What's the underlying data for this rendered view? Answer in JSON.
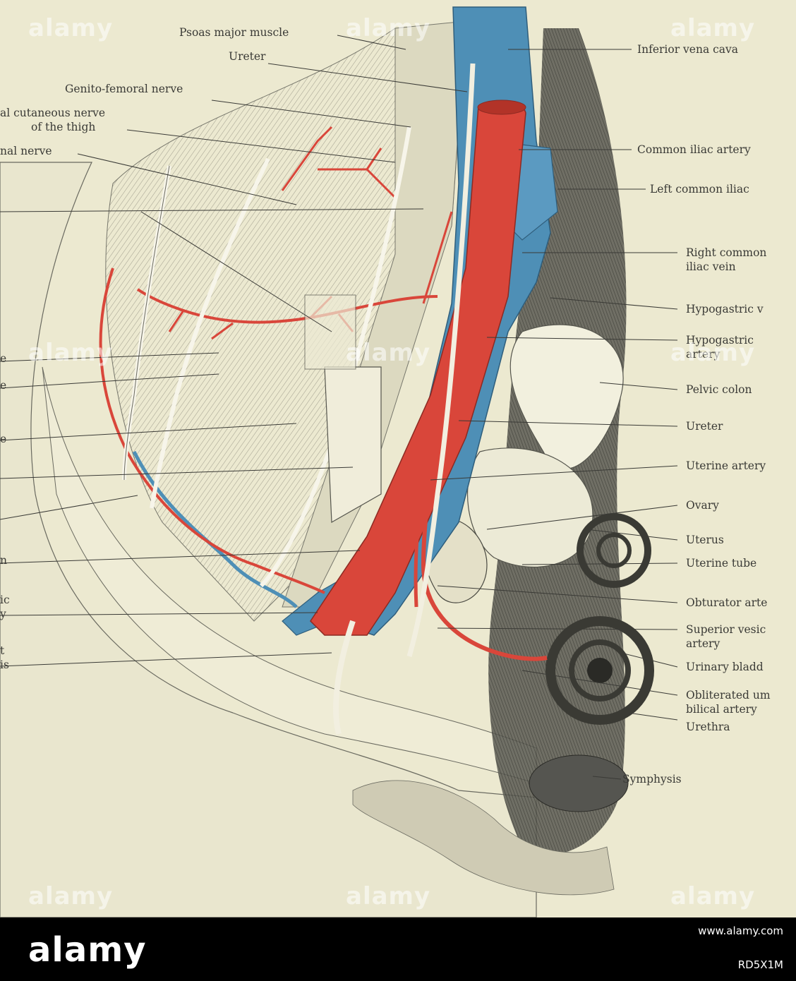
{
  "labels": {
    "psoas_major_muscle": "Psoas major muscle",
    "ureter_top": "Ureter",
    "genito_femoral_nerve": "Genito-femoral nerve",
    "cutaneous_nerve_l1": "al cutaneous nerve",
    "cutaneous_nerve_l2": "of the thigh",
    "nal_nerve": "nal nerve",
    "inferior_vena_cava": "Inferior vena cava",
    "common_iliac_artery": "Common iliac artery",
    "left_common_iliac": "Left common iliac",
    "right_common_iliac_vein_l1": "Right common",
    "right_common_iliac_vein_l2": "iliac vein",
    "hypogastric_vein": "Hypogastric v",
    "hypogastric_artery_l1": "Hypogastric",
    "hypogastric_artery_l2": "artery",
    "pelvic_colon": "Pelvic colon",
    "ureter_right": "Ureter",
    "uterine_artery": "Uterine artery",
    "ovary": "Ovary",
    "uterus": "Uterus",
    "uterine_tube": "Uterine tube",
    "obturator_artery": "Obturator arte",
    "superior_vesical_l1": "Superior vesic",
    "superior_vesical_l2": "artery",
    "urinary_bladder": "Urinary bladd",
    "obliterated_umbilical_l1": "Obliterated um",
    "obliterated_umbilical_l2": "bilical artery",
    "urethra": "Urethra",
    "symphysis": "Symphysis",
    "left_frag_e1": "e",
    "left_frag_e2": "e",
    "left_frag_e3": "e",
    "left_frag_n": "n",
    "left_frag_ic": "ic",
    "left_frag_y": "y",
    "left_frag_t": "t",
    "left_frag_is": "is"
  },
  "watermark": {
    "text": "alamy",
    "footer_logo": "alamy",
    "image_id": "RD5X1M",
    "url": "www.alamy.com"
  },
  "colors": {
    "background": "#ece9d0",
    "artery": "#d9463a",
    "vein": "#4e8fb6",
    "line": "#3a3a36"
  }
}
